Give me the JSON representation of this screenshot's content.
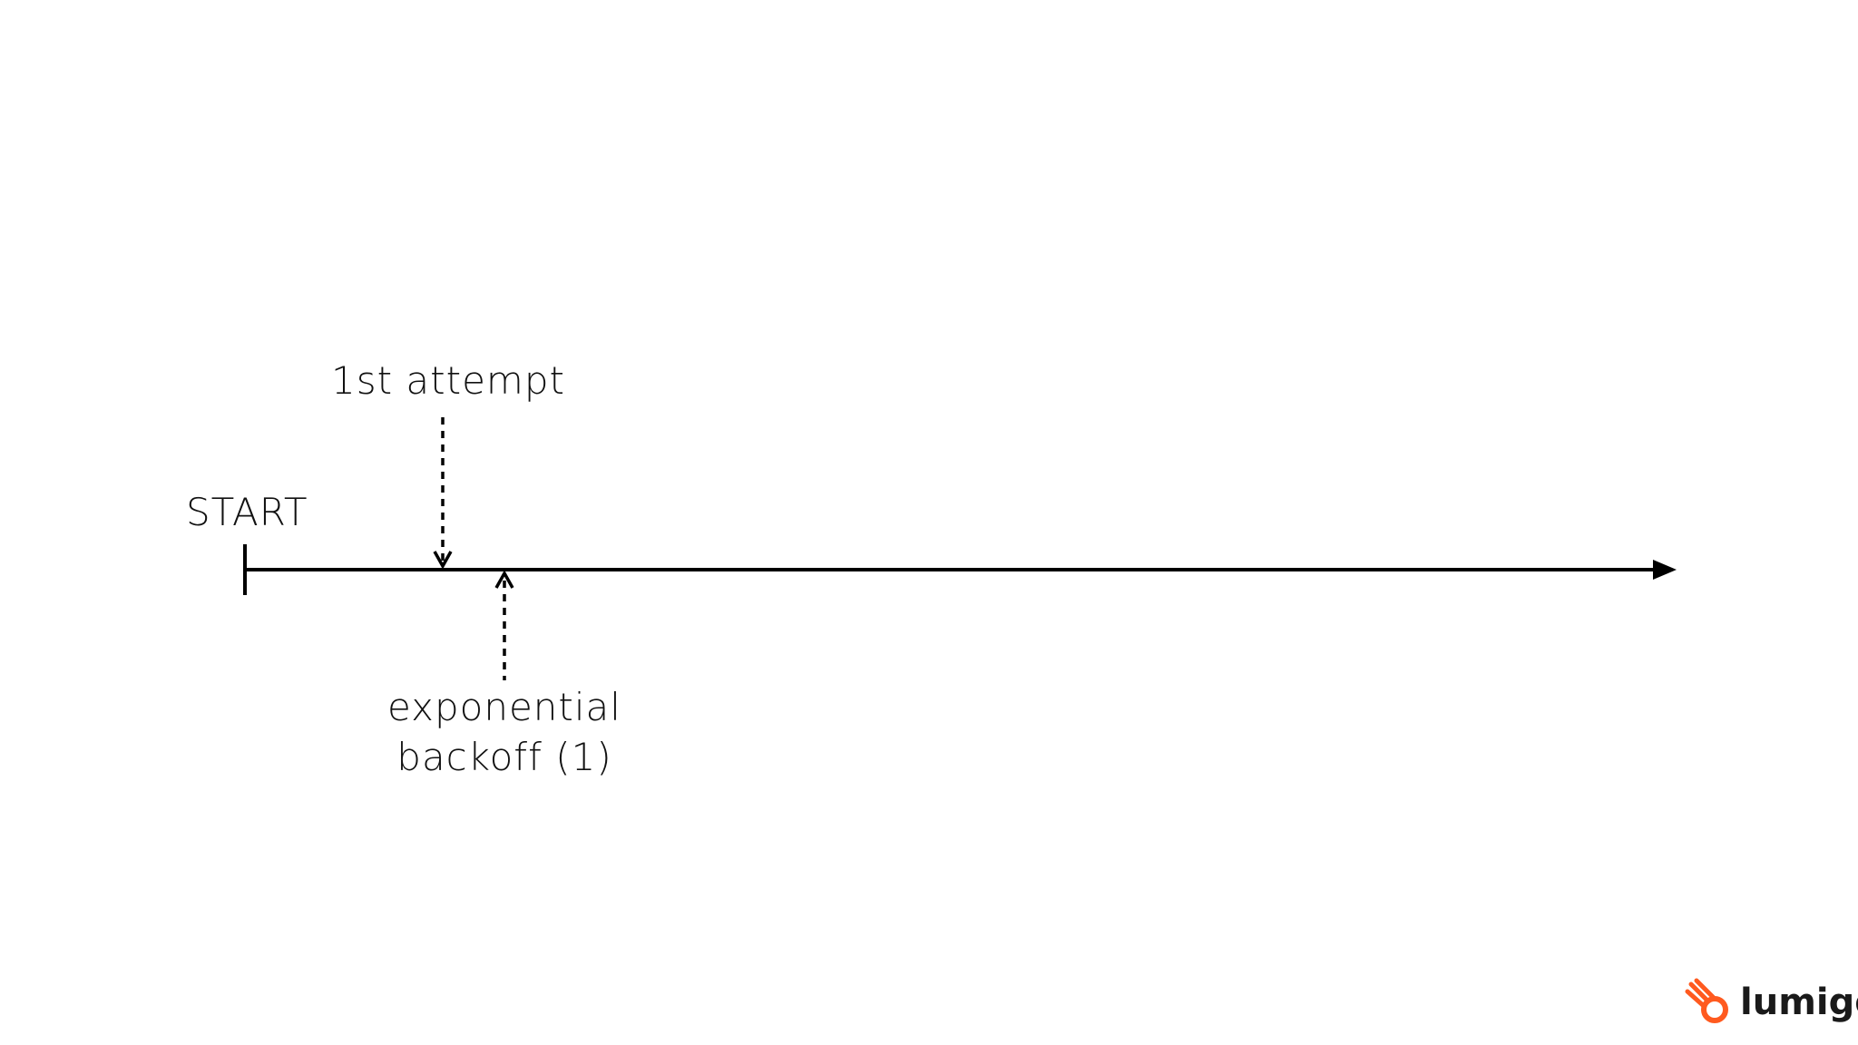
{
  "diagram": {
    "start_label": "START",
    "attempt_label": "1st attempt",
    "backoff_label_line1": "exponential",
    "backoff_label_line2": "backoff (1)"
  },
  "logo": {
    "text": "lumigo",
    "accent_color": "#ff5a1f",
    "icon": "lumigo-comet-icon"
  },
  "colors": {
    "line": "#000000",
    "text": "#111111"
  }
}
